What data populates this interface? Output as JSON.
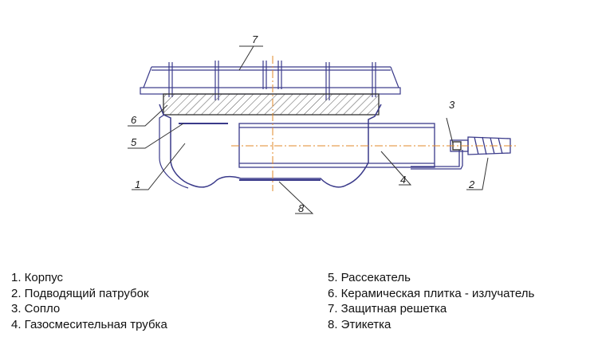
{
  "callouts": {
    "c1": "1",
    "c2": "2",
    "c3": "3",
    "c4": "4",
    "c5": "5",
    "c6": "6",
    "c7": "7",
    "c8": "8"
  },
  "legend": {
    "left": [
      "1. Корпус",
      "2. Подводящий патрубок",
      "3. Сопло",
      "4. Газосмесительная трубка"
    ],
    "right": [
      "5. Рассекатель",
      "6. Керамическая плитка - излучатель",
      "7. Защитная решетка",
      "8. Этикетка"
    ]
  },
  "colors": {
    "outline": "#3a3a8a",
    "axis": "#e08a2a",
    "hatch": "#555555",
    "leader": "#333333"
  }
}
